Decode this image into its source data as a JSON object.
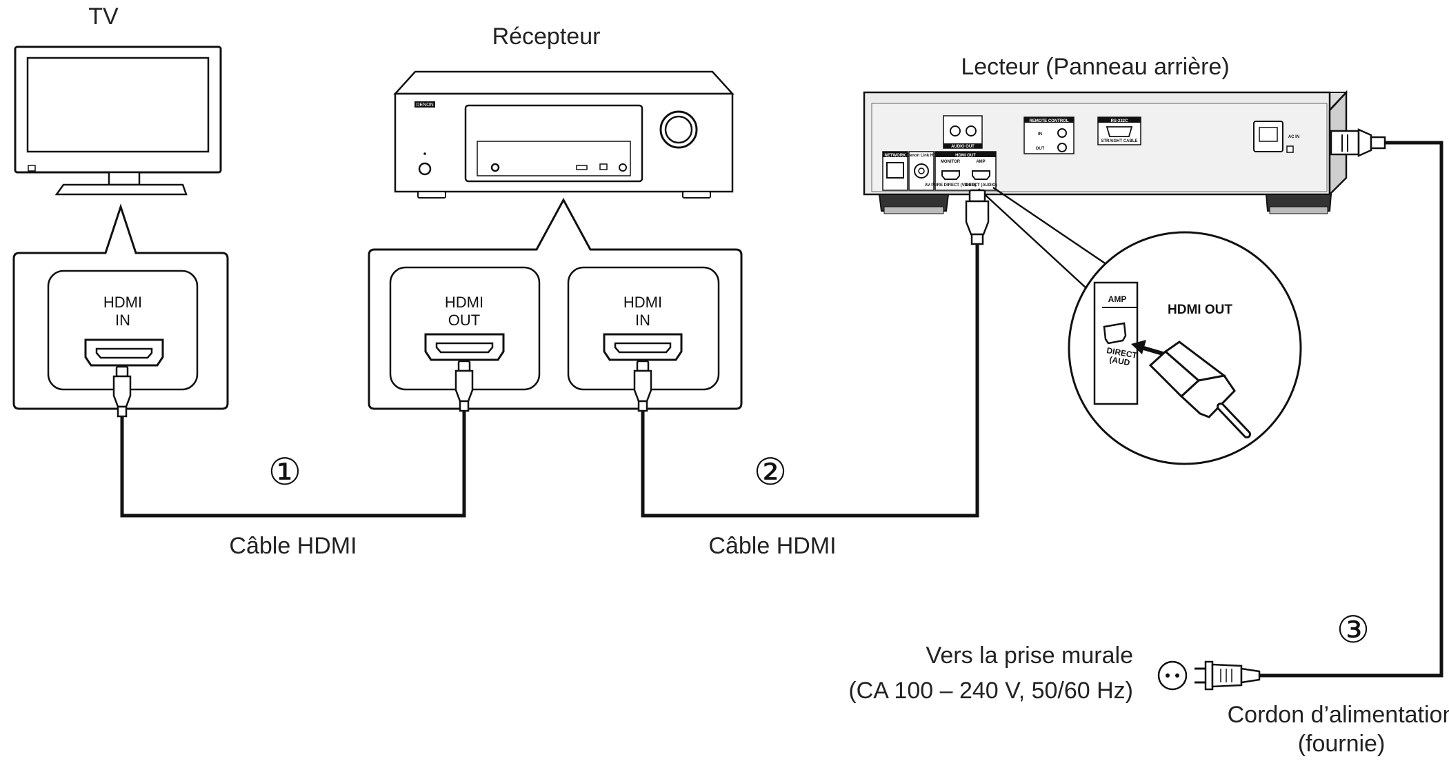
{
  "devices": {
    "tv": {
      "label": "TV"
    },
    "receiver": {
      "label": "Récepteur",
      "logo": "DENON"
    },
    "player": {
      "label": "Lecteur (Panneau arrière)",
      "panel": {
        "network": "NETWORK",
        "denon_link": "Denon Link HD",
        "remote_control": "REMOTE CONTROL",
        "in": "IN",
        "out": "OUT",
        "rs232c": "RS-232C",
        "straight_cable": "STRAIGHT CABLE",
        "hdmi_out": "HDMI OUT",
        "monitor": "MONITOR",
        "amp": "AMP",
        "av_pure_direct": "AV PURE DIRECT (VIDEO)",
        "direct_audio": "DIRECT (AUDIO)",
        "ac_in": "AC IN",
        "audio_out": "AUDIO OUT"
      }
    }
  },
  "ports": {
    "tv_in": {
      "line1": "HDMI",
      "line2": "IN"
    },
    "rx_out": {
      "line1": "HDMI",
      "line2": "OUT"
    },
    "rx_in": {
      "line1": "HDMI",
      "line2": "IN"
    }
  },
  "zoom": {
    "amp": "AMP",
    "title": "HDMI OUT",
    "direct_line1": "DIRECT",
    "direct_line2": "(AUD"
  },
  "cables": [
    {
      "number": "①",
      "label": "Câble HDMI"
    },
    {
      "number": "②",
      "label": "Câble HDMI"
    },
    {
      "number": "③",
      "label": "Cordon d’alimentation",
      "label2": "(fournie)"
    }
  ],
  "wall_outlet": {
    "line1": "Vers la prise murale",
    "line2": "(CA 100 – 240 V, 50/60 Hz)"
  },
  "colors": {
    "line": "#111111",
    "device": "#f4f4f4",
    "panel": "#e9e9e9"
  }
}
